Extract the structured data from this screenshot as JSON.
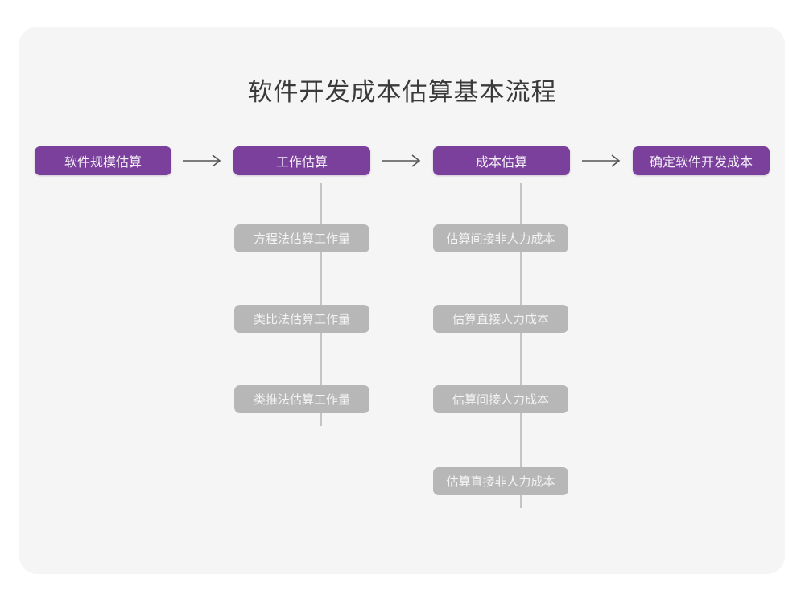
{
  "page": {
    "background_color": "#ffffff",
    "card_color": "#f5f5f5"
  },
  "title": "软件开发成本估算基本流程",
  "colors": {
    "primary": "#7b3f9c",
    "primary_text": "#f2eef6",
    "secondary": "#b7b7b7",
    "secondary_text": "#f3f3f3",
    "connector": "#c4c4c4",
    "arrow": "#555555",
    "title_text": "#3a3a3a"
  },
  "flow": {
    "main_steps": [
      {
        "label": "软件规模估算",
        "icon": "process-box-icon"
      },
      {
        "label": "工作估算",
        "icon": "process-box-icon"
      },
      {
        "label": "成本估算",
        "icon": "process-box-icon"
      },
      {
        "label": "确定软件开发成本",
        "icon": "process-box-icon"
      }
    ],
    "arrows": [
      {
        "icon": "arrow-right-icon",
        "between": "软件规模估算 → 工作估算"
      },
      {
        "icon": "arrow-right-icon",
        "between": "工作估算 → 成本估算"
      },
      {
        "icon": "arrow-right-icon",
        "between": "成本估算 → 确定软件开发成本"
      }
    ],
    "branches": [
      {
        "parent": "工作估算",
        "items": [
          {
            "label": "方程法估算工作量"
          },
          {
            "label": "类比法估算工作量"
          },
          {
            "label": "类推法估算工作量"
          }
        ]
      },
      {
        "parent": "成本估算",
        "items": [
          {
            "label": "估算间接非人力成本"
          },
          {
            "label": "估算直接人力成本"
          },
          {
            "label": "估算间接人力成本"
          },
          {
            "label": "估算直接非人力成本"
          }
        ]
      }
    ]
  }
}
